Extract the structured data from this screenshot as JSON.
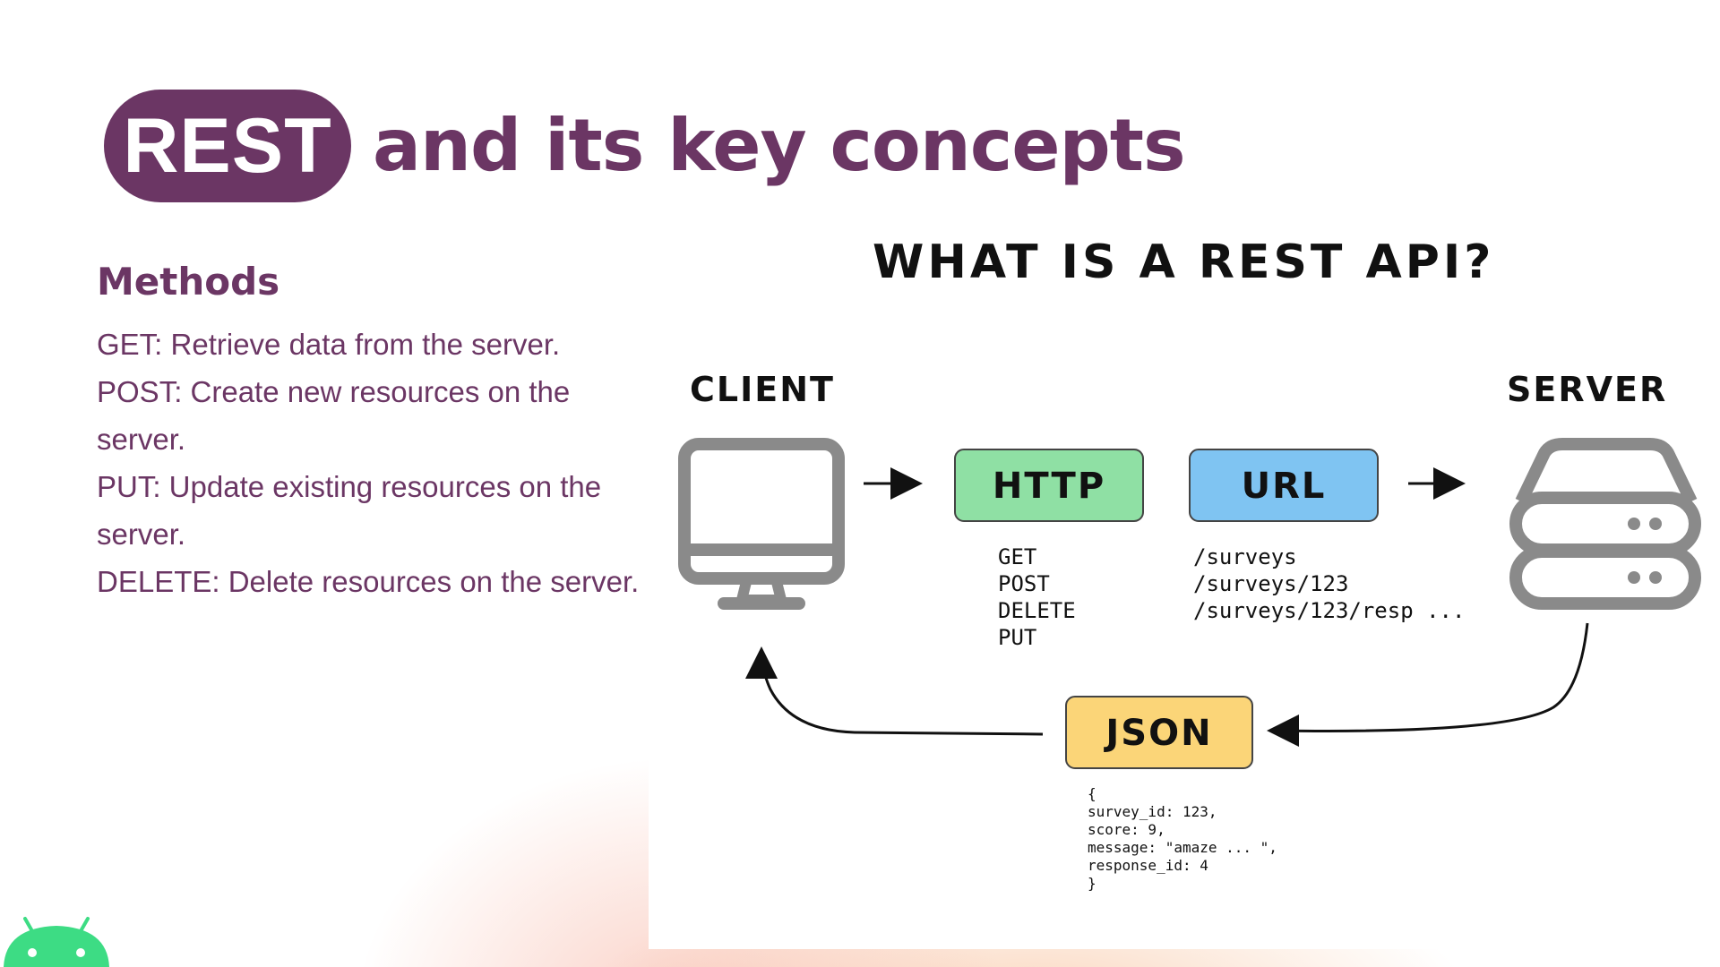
{
  "title": {
    "pill": "REST",
    "rest": "and its key concepts"
  },
  "methods": {
    "heading": "Methods",
    "lines": [
      "GET: Retrieve data from the server.",
      "POST: Create new resources on the",
      "server.",
      "PUT: Update existing resources on the",
      "server.",
      "DELETE: Delete resources on the server."
    ]
  },
  "diagram": {
    "title": "WHAT IS A REST API?",
    "client_label": "CLIENT",
    "server_label": "SERVER",
    "http_label": "HTTP",
    "url_label": "URL",
    "json_label": "JSON",
    "http_methods": [
      "GET",
      "POST",
      "DELETE",
      "PUT"
    ],
    "url_paths": [
      "/surveys",
      "/surveys/123",
      "/surveys/123/resp ..."
    ],
    "json_lines": [
      "{",
      "  survey_id: 123,",
      "  score: 9,",
      "  message: \"amaze ... \",",
      "  response_id: 4",
      "}"
    ]
  },
  "colors": {
    "brand": "#6b3664",
    "http_box": "#8fe0a4",
    "url_box": "#7fc4f2",
    "json_box": "#fbd578",
    "icon_gray": "#8a8a8a",
    "android_green": "#3ddc84"
  }
}
